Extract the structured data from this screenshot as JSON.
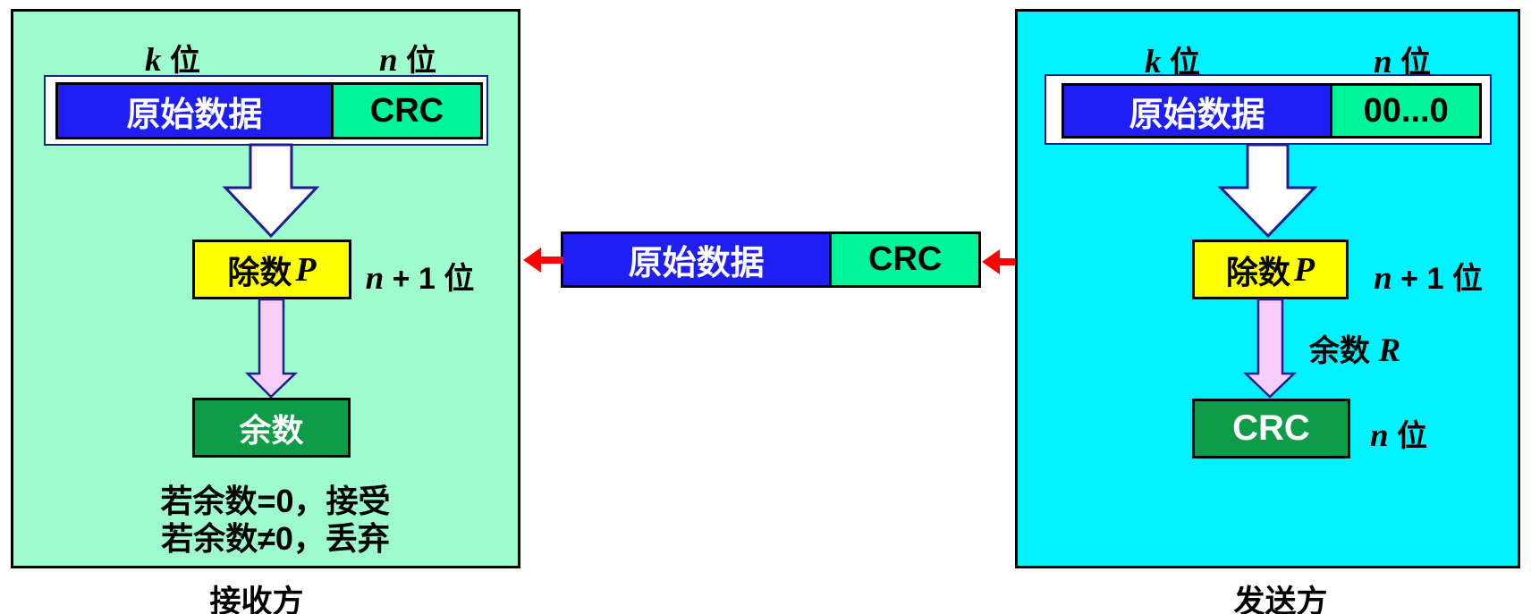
{
  "colors": {
    "receiver_panel_bg": "#9EFBCE",
    "sender_panel_bg": "#00F2FF",
    "data_block_blue": "#1E1EF5",
    "crc_block_green": "#00F59A",
    "result_block_dark_green": "#0E9C49",
    "divisor_box_yellow": "#FFFF00",
    "pink_arrow_fill": "#F9CDF9",
    "white_arrow_fill": "#FFFFFF",
    "arrow_outline_navy": "#1E1E8C",
    "red_arrow": "#FF0000",
    "border_black": "#000000"
  },
  "receiver": {
    "k_label": {
      "var": "k",
      "rest": " 位"
    },
    "n_label": {
      "var": "n",
      "rest": " 位"
    },
    "bar": {
      "data": "原始数据",
      "crc": "CRC"
    },
    "divisor_box": {
      "prefix": "除数 ",
      "var": "P"
    },
    "n_plus_1_label": {
      "var": "n",
      "rest": " + 1 位"
    },
    "remainder_box": "余数",
    "note_line1": "若余数=0，接受",
    "note_line2": "若余数≠0，丢弃",
    "caption": "接收方"
  },
  "channel": {
    "bar": {
      "data": "原始数据",
      "crc": "CRC"
    }
  },
  "sender": {
    "k_label": {
      "var": "k",
      "rest": " 位"
    },
    "n_label": {
      "var": "n",
      "rest": " 位"
    },
    "bar": {
      "data": "原始数据",
      "crc": "00...0"
    },
    "divisor_box": {
      "prefix": "除数 ",
      "var": "P"
    },
    "n_plus_1_label": {
      "var": "n",
      "rest": " + 1 位"
    },
    "remainder_label": {
      "prefix": "余数 ",
      "var": "R"
    },
    "crc_box": "CRC",
    "n_bits_label": {
      "var": "n",
      "rest": " 位"
    },
    "caption": "发送方"
  }
}
